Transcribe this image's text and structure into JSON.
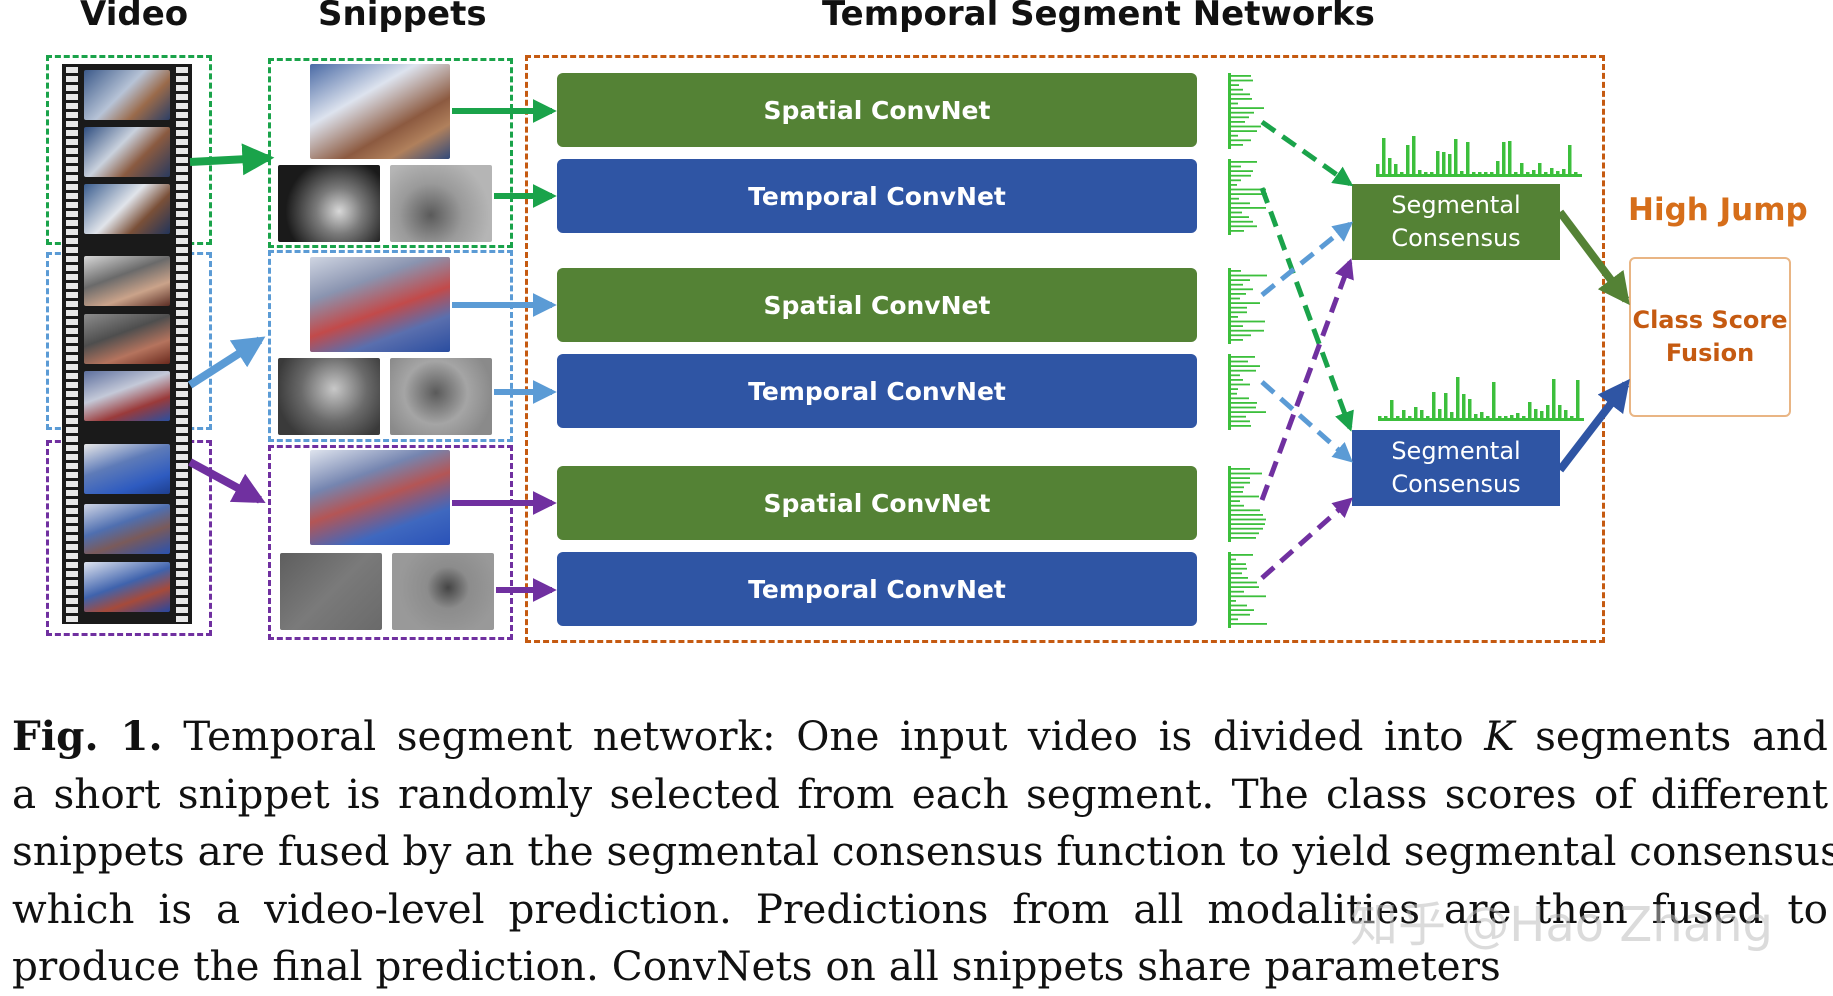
{
  "headers": {
    "video": "Video",
    "snippets": "Snippets",
    "tsn": "Temporal Segment Networks"
  },
  "networks": [
    {
      "label": "Spatial ConvNet",
      "kind": "spatial"
    },
    {
      "label": "Temporal ConvNet",
      "kind": "temporal"
    },
    {
      "label": "Spatial ConvNet",
      "kind": "spatial"
    },
    {
      "label": "Temporal ConvNet",
      "kind": "temporal"
    },
    {
      "label": "Spatial ConvNet",
      "kind": "spatial"
    },
    {
      "label": "Temporal ConvNet",
      "kind": "temporal"
    }
  ],
  "consensus": [
    {
      "line1": "Segmental",
      "line2": "Consensus"
    },
    {
      "line1": "Segmental",
      "line2": "Consensus"
    }
  ],
  "result_label": "High Jump",
  "fusion": {
    "line1": "Class Score",
    "line2": "Fusion"
  },
  "colors": {
    "segment1": "#1aa34a",
    "segment2": "#5b9bd5",
    "segment3": "#7030a0",
    "tsn_border": "#c55a11",
    "spatial": "#548235",
    "temporal": "#2f55a4",
    "score_bars": "#3cbf3c",
    "fusion_text": "#c55a11"
  },
  "caption": {
    "fig_label": "Fig. 1.",
    "line1_a": "Temporal segment network: One input video is divided into",
    "line1_k": "K",
    "line1_b": "segments and",
    "line2": "a short snippet is randomly selected from each segment. The class scores of different",
    "line3": "snippets are fused by an the segmental consensus function to yield segmental consensus,",
    "line4": "which is a video-level prediction. Predictions from all modalities are then fused to",
    "line5": "produce the final prediction. ConvNets on all snippets share parameters"
  },
  "watermark": "知乎 @Hao Zhang"
}
